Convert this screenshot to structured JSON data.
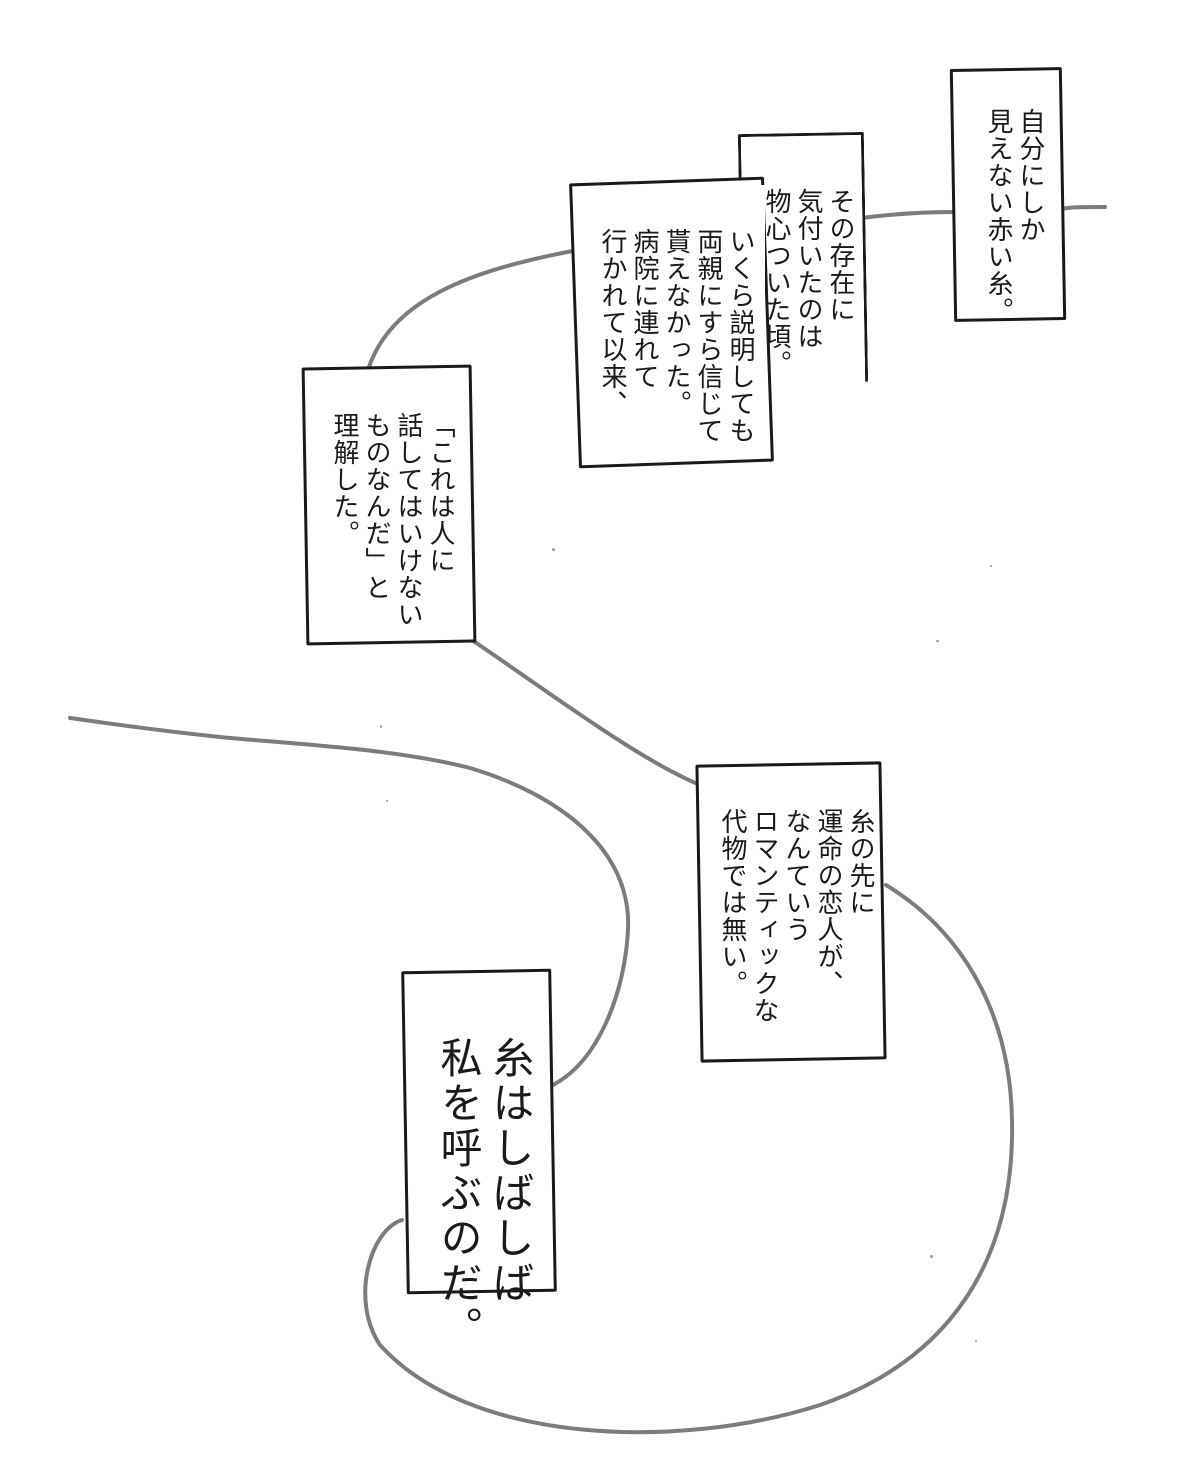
{
  "colors": {
    "thread": "#7c7c7c",
    "border": "#1a1a1a",
    "background": "#ffffff"
  },
  "captions": {
    "c1": "自分にしか\n見えない赤い糸。",
    "c2a": "その存在に\n気付いたのは\n物心ついた頃。",
    "c2b": "いくら説明しても\n両親にすら信じて\n貰えなかった。\n病院に連れて\n行かれて以来、",
    "c3": "「これは人に\n話してはいけない\nものなんだ」と\n理解した。",
    "c4": "糸の先に\n運命の恋人が、\nなんていう\nロマンティックな\n代物では無い。",
    "c5": "糸はしばしば\n私を呼ぶのだ。"
  }
}
